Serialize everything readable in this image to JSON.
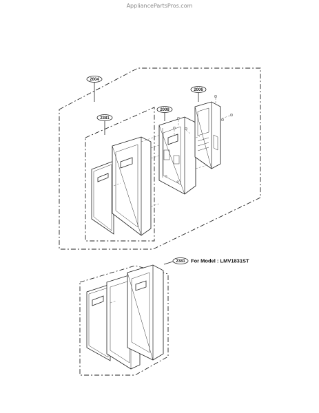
{
  "watermark": "AppliancePartsPros.com",
  "callouts": {
    "door_assembly": "2004",
    "door_frame_upper": "2381",
    "choke_frame": "2008",
    "control_panel": "2006",
    "door_frame_lower": "2381"
  },
  "model_note": "For Model : LMV1831ST"
}
